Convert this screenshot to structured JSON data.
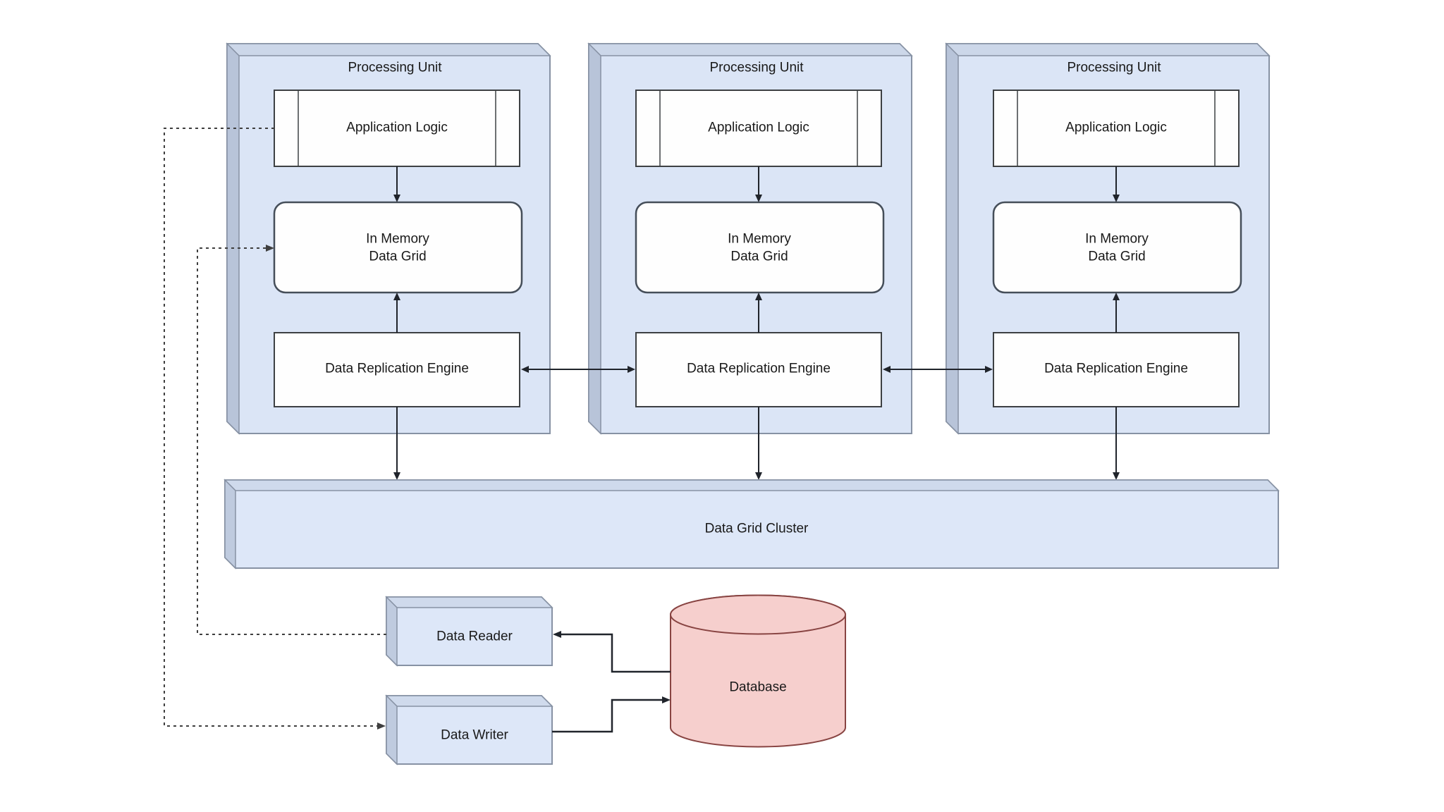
{
  "diagram": {
    "title_hint": "In-memory data grid replication architecture",
    "palette": {
      "background": "#ffffff",
      "unit_front_fill": "#dbe5f6",
      "unit_top_fill": "#ccd7e9",
      "unit_side_fill": "#b8c4d9",
      "unit_stroke": "#8792a4",
      "inner_box_fill": "#fefefe",
      "inner_box_stroke": "#3d4043",
      "rounded_box_stroke": "#454e59",
      "cluster_fill": "#dde7f8",
      "database_fill": "#f6cfcd",
      "database_stroke": "#884442",
      "connector_color": "#20242b",
      "dashed_connector_color": "#3f3f3f",
      "text_color": "#191919"
    },
    "units": [
      {
        "title": "Processing Unit",
        "app_logic_label": "Application Logic",
        "imdg_label": "In Memory\nData Grid",
        "dre_label": "Data Replication Engine"
      },
      {
        "title": "Processing Unit",
        "app_logic_label": "Application Logic",
        "imdg_label": "In Memory\nData Grid",
        "dre_label": "Data Replication Engine"
      },
      {
        "title": "Processing Unit",
        "app_logic_label": "Application Logic",
        "imdg_label": "In Memory\nData Grid",
        "dre_label": "Data Replication Engine"
      }
    ],
    "cluster": {
      "label": "Data Grid Cluster"
    },
    "reader": {
      "label": "Data Reader"
    },
    "writer": {
      "label": "Data Writer"
    },
    "database": {
      "label": "Database"
    },
    "edges": [
      {
        "from": "application-logic-1",
        "to": "in-memory-data-grid-1",
        "style": "solid",
        "arrow": "to"
      },
      {
        "from": "application-logic-2",
        "to": "in-memory-data-grid-2",
        "style": "solid",
        "arrow": "to"
      },
      {
        "from": "application-logic-3",
        "to": "in-memory-data-grid-3",
        "style": "solid",
        "arrow": "to"
      },
      {
        "from": "data-replication-engine-1",
        "to": "in-memory-data-grid-1",
        "style": "solid",
        "arrow": "to"
      },
      {
        "from": "data-replication-engine-2",
        "to": "in-memory-data-grid-2",
        "style": "solid",
        "arrow": "to"
      },
      {
        "from": "data-replication-engine-3",
        "to": "in-memory-data-grid-3",
        "style": "solid",
        "arrow": "to"
      },
      {
        "from": "data-replication-engine-1",
        "to": "data-grid-cluster",
        "style": "solid",
        "arrow": "to"
      },
      {
        "from": "data-replication-engine-2",
        "to": "data-grid-cluster",
        "style": "solid",
        "arrow": "to"
      },
      {
        "from": "data-replication-engine-3",
        "to": "data-grid-cluster",
        "style": "solid",
        "arrow": "to"
      },
      {
        "from": "data-replication-engine-1",
        "to": "data-replication-engine-2",
        "style": "solid",
        "arrow": "both"
      },
      {
        "from": "data-replication-engine-2",
        "to": "data-replication-engine-3",
        "style": "solid",
        "arrow": "both"
      },
      {
        "from": "database",
        "to": "data-reader",
        "style": "solid",
        "arrow": "to"
      },
      {
        "from": "data-writer",
        "to": "database",
        "style": "solid",
        "arrow": "to"
      },
      {
        "from": "application-logic-1",
        "to": "data-writer",
        "style": "dashed",
        "arrow": "to"
      },
      {
        "from": "data-reader",
        "to": "in-memory-data-grid-1",
        "style": "dashed",
        "arrow": "to"
      }
    ]
  }
}
